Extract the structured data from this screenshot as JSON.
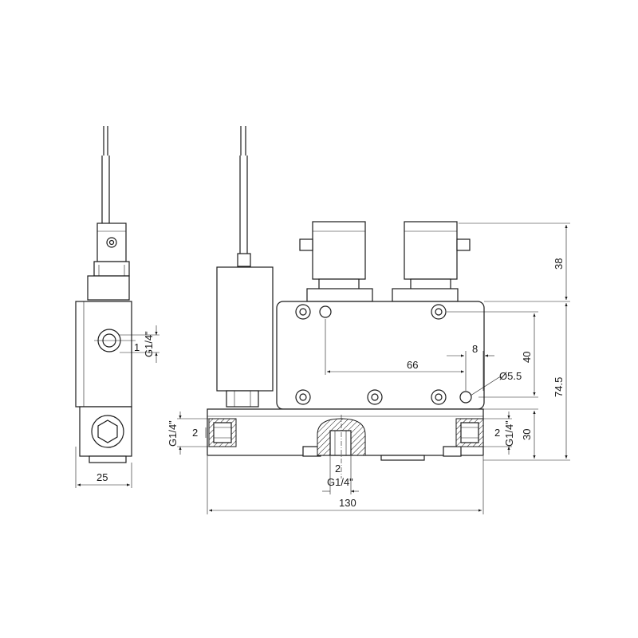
{
  "dimensions": {
    "side_width": "25",
    "side_thread": "G1/4\"",
    "side_one": "1",
    "top_height": "38",
    "total_height": "74.5",
    "hole_spacing_v": "40",
    "lower_height": "30",
    "hole_spacing_h": "66",
    "hole_offset": "8",
    "hole_diameter": "Ø5.5",
    "port_left_size": "2",
    "port_left_thread": "G1/4\"",
    "port_right_size": "2",
    "port_right_thread": "G1/4\"",
    "port_bottom_size": "2",
    "port_bottom_thread": "G1/4\"",
    "total_length": "130"
  }
}
